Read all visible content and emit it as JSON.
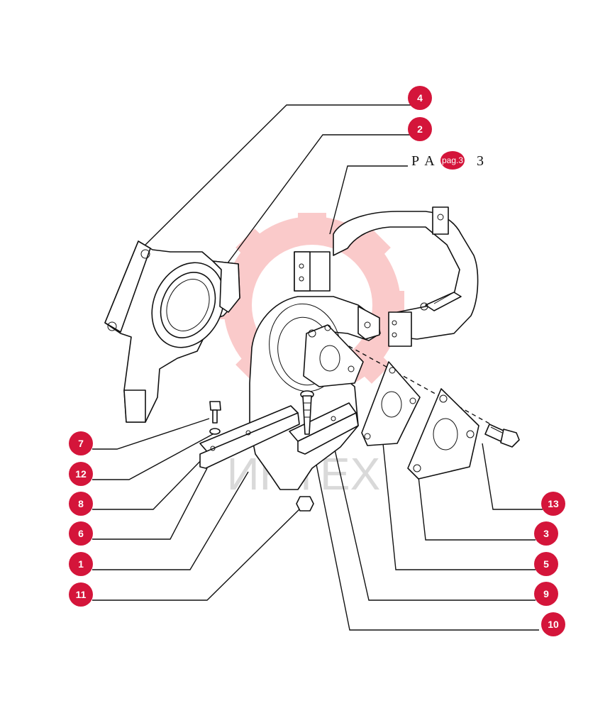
{
  "colors": {
    "callout": "#d4153a",
    "line": "#111111",
    "watermark": "#f26a6a",
    "watermark_text": "#bbbbbb"
  },
  "reference": {
    "prefix": "P A",
    "badge": "pag.3",
    "suffix": "3"
  },
  "watermark": {
    "text": "ИНТЕХ"
  },
  "callouts": [
    {
      "id": "4",
      "label": "4"
    },
    {
      "id": "2",
      "label": "2"
    },
    {
      "id": "7",
      "label": "7"
    },
    {
      "id": "12",
      "label": "12"
    },
    {
      "id": "8",
      "label": "8"
    },
    {
      "id": "6",
      "label": "6"
    },
    {
      "id": "1",
      "label": "1"
    },
    {
      "id": "11",
      "label": "11"
    },
    {
      "id": "13",
      "label": "13"
    },
    {
      "id": "3",
      "label": "3"
    },
    {
      "id": "5",
      "label": "5"
    },
    {
      "id": "9",
      "label": "9"
    },
    {
      "id": "10",
      "label": "10"
    }
  ]
}
